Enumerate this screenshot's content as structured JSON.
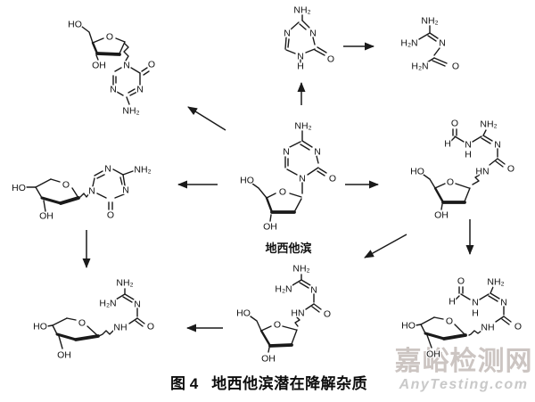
{
  "figure": {
    "caption_number": "图 4",
    "caption_text": "地西他滨潜在降解杂质",
    "compound_label": "地西他滨"
  },
  "watermark": {
    "site_name": "嘉峪检测网",
    "site_url": "AnyTesting.com"
  },
  "colors": {
    "bond": "#1a1a1a",
    "text": "#111111",
    "watermark_cn": "#ccc5c2",
    "watermark_en": "#c9c9c9",
    "background": "#ffffff"
  },
  "molecules": {
    "alpha_anomer": {
      "labels": {
        "ho": "HO",
        "ring_o": "O",
        "oh": "OH",
        "n1": "N",
        "carbonyl_o": "O",
        "n3": "N",
        "n5": "N",
        "nh2": "NH₂"
      }
    },
    "azacytosine": {
      "labels": {
        "nh2": "NH₂",
        "n5": "N",
        "n3": "N",
        "n1": "N",
        "h1": "H",
        "carbonyl_o": "O"
      }
    },
    "guanylurea": {
      "labels": {
        "nh2": "NH₂",
        "h2n_top": "H₂N",
        "n": "N",
        "h2n_bottom": "H₂N",
        "carbonyl_o": "O"
      }
    },
    "pyranose_isomer": {
      "labels": {
        "ho": "HO",
        "ring_o": "O",
        "oh": "OH",
        "n1": "N",
        "n5": "N",
        "nh2": "NH₂",
        "n3": "N",
        "carbonyl_o": "O"
      }
    },
    "decitabine": {
      "labels": {
        "nh2": "NH₂",
        "n3": "N",
        "n5": "N",
        "n1": "N",
        "carbonyl_o": "O",
        "ho": "HO",
        "ring_o": "O",
        "oh": "OH"
      }
    },
    "formyl_guanidine_furanoside": {
      "labels": {
        "formyl_o": "O",
        "formyl_h": "H",
        "amide_n": "N",
        "amide_h": "H",
        "nh2": "NH₂",
        "imine_n": "N",
        "urea_o": "O",
        "hn": "HN",
        "ho": "HO",
        "ring_o": "O",
        "oh": "OH"
      }
    },
    "guanidine_pyranoside": {
      "labels": {
        "nh2": "NH₂",
        "h2n": "H₂N",
        "imine_n": "N",
        "urea_o": "O",
        "nh": "NH",
        "ho": "HO",
        "ring_o": "O",
        "oh": "OH"
      }
    },
    "guanidine_furanoside": {
      "labels": {
        "nh2": "NH₂",
        "h2n": "H₂N",
        "imine_n": "N",
        "urea_o": "O",
        "hn": "HN",
        "ho": "HO",
        "ring_o": "O",
        "oh": "OH"
      }
    },
    "formyl_guanidine_pyranoside": {
      "labels": {
        "formyl_o": "O",
        "formyl_h": "H",
        "amide_n": "N",
        "amide_h": "H",
        "nh2": "NH₂",
        "imine_n": "N",
        "urea_o": "O",
        "nh": "NH",
        "ho": "HO",
        "ring_o": "O",
        "oh": "OH"
      }
    }
  },
  "arrows": [
    {
      "id": "a1",
      "from": "azacytosine",
      "to": "guanylurea"
    },
    {
      "id": "a2",
      "from": "decitabine",
      "to": "azacytosine"
    },
    {
      "id": "a3",
      "from": "decitabine",
      "to": "alpha_anomer"
    },
    {
      "id": "a4",
      "from": "decitabine",
      "to": "pyranose_isomer"
    },
    {
      "id": "a5",
      "from": "decitabine",
      "to": "formyl_guanidine_furanoside"
    },
    {
      "id": "a6",
      "from": "pyranose_isomer",
      "to": "guanidine_pyranoside"
    },
    {
      "id": "a7",
      "from": "guanidine_furanoside",
      "to": "guanidine_pyranoside"
    },
    {
      "id": "a8",
      "from": "formyl_guanidine_furanoside",
      "to": "guanidine_furanoside"
    },
    {
      "id": "a9",
      "from": "formyl_guanidine_furanoside",
      "to": "formyl_guanidine_pyranoside"
    }
  ]
}
